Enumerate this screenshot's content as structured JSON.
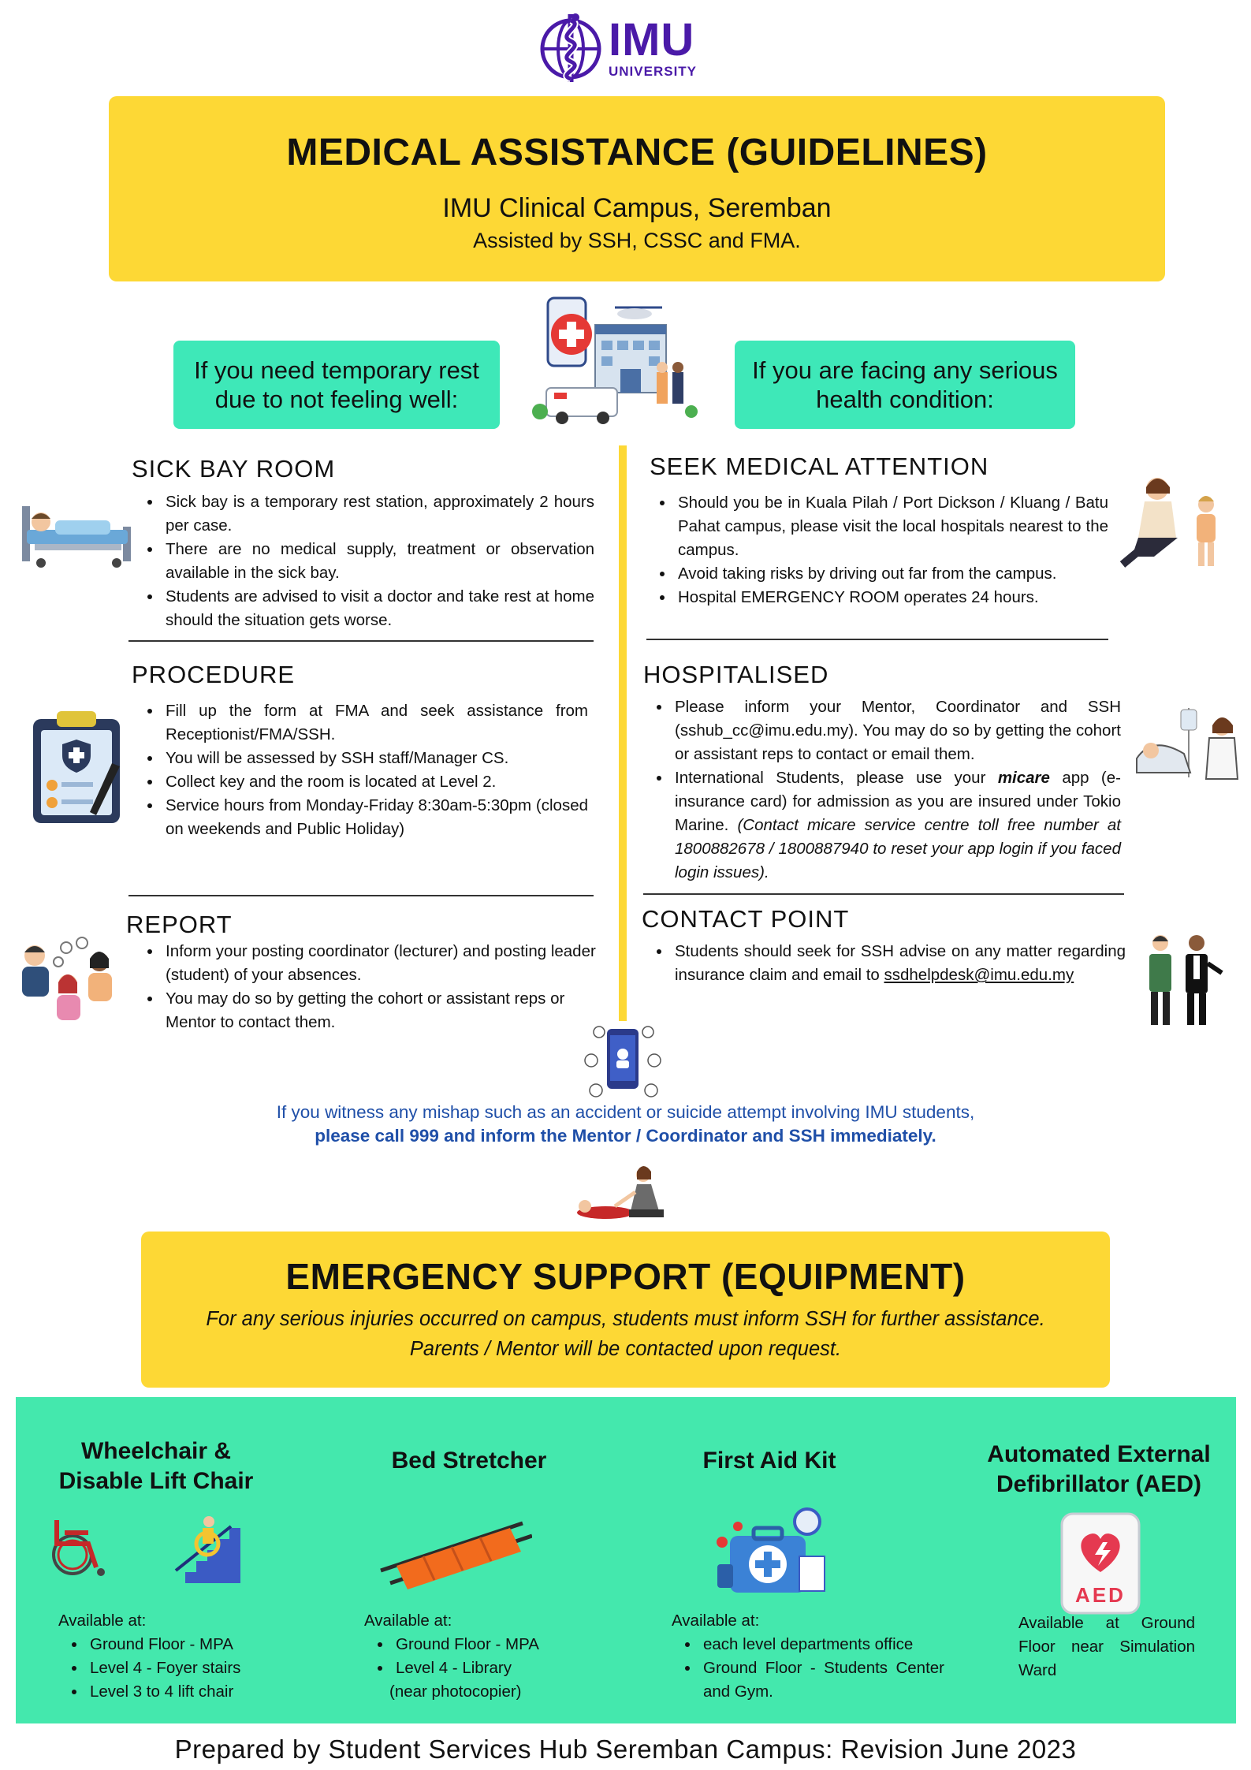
{
  "logo": {
    "name": "IMU",
    "subtitle": "UNIVERSITY"
  },
  "header": {
    "title": "MEDICAL ASSISTANCE (GUIDELINES)",
    "campus": "IMU Clinical Campus, Seremban",
    "assisted": "Assisted by SSH, CSSC and FMA."
  },
  "left_header": "If you need temporary rest due to not feeling well:",
  "right_header": "If you are facing any serious health condition:",
  "sick_bay": {
    "title": "SICK BAY ROOM",
    "items": [
      "Sick bay is a temporary rest station, approximately 2 hours per case.",
      "There are no medical supply, treatment or observation available in the sick bay.",
      "Students are advised to visit a doctor and take rest at home should the situation gets worse."
    ]
  },
  "procedure": {
    "title": "PROCEDURE",
    "items": [
      "Fill up the form at FMA and seek assistance from Receptionist/FMA/SSH.",
      "You will be assessed by SSH staff/Manager CS.",
      "Collect key and the room is located at Level 2.",
      "Service hours from Monday-Friday 8:30am-5:30pm (closed on weekends and Public Holiday)"
    ]
  },
  "report": {
    "title": "REPORT",
    "items": [
      "Inform your posting coordinator (lecturer) and posting leader (student) of your absences.",
      "You may do so by getting the cohort or assistant reps or Mentor to contact them."
    ]
  },
  "seek": {
    "title": "SEEK MEDICAL ATTENTION",
    "items": [
      "Should you be in Kuala Pilah / Port Dickson / Kluang / Batu Pahat campus, please visit the local hospitals nearest to the campus.",
      "Avoid taking risks by driving out far from the campus.",
      "Hospital EMERGENCY ROOM operates 24 hours."
    ]
  },
  "hospitalised": {
    "title": "HOSPITALISED",
    "item1": "Please inform your Mentor, Coordinator and SSH (sshub_cc@imu.edu.my). You may do so by getting the cohort or assistant reps to contact or email them.",
    "item2_a": "International Students, please use your ",
    "item2_b": "micare",
    "item2_c": " app (e-insurance card) for admission as you are insured under Tokio Marine. ",
    "item2_d": "(Contact micare service centre toll free number at 1800882678 / 1800887940 to reset your app login if you faced login issues)."
  },
  "contact": {
    "title": "CONTACT POINT",
    "item": "Students should seek for SSH advise on any matter regarding insurance claim and email to ",
    "email": "ssdhelpdesk@imu.edu.my"
  },
  "witness": {
    "line1": "If you witness any mishap such as an accident or suicide attempt involving IMU students,",
    "line2": "please call 999 and inform the Mentor / Coordinator and SSH immediately."
  },
  "emergency": {
    "title": "EMERGENCY SUPPORT (EQUIPMENT)",
    "line1": "For any serious injuries occurred on campus, students must inform SSH for further assistance.",
    "line2": "Parents / Mentor will be contacted upon request."
  },
  "equipment": [
    {
      "title_line1": "Wheelchair &",
      "title_line2": "Disable Lift Chair",
      "avail": "Available at:",
      "items": [
        "Ground Floor - MPA",
        "Level 4 - Foyer stairs",
        "Level 3 to 4 lift chair"
      ]
    },
    {
      "title_line1": "Bed Stretcher",
      "avail": "Available at:",
      "items": [
        "Ground Floor - MPA",
        "Level 4 - Library"
      ],
      "note": "(near photocopier)"
    },
    {
      "title_line1": "First Aid Kit",
      "avail": "Available at:",
      "items": [
        "each level departments office",
        "Ground Floor - Students Center and Gym."
      ]
    },
    {
      "title_line1": "Automated External",
      "title_line2": "Defibrillator (AED)",
      "label": "AED",
      "avail": "Available at Ground Floor near Simulation Ward"
    }
  ],
  "footer": "Prepared by Student Services Hub Seremban Campus: Revision June 2023",
  "colors": {
    "yellow": "#fdd835",
    "mint": "#3ee8b8",
    "green": "#44e8ad",
    "purple": "#4a1aa8",
    "blue_text": "#1f4fa8"
  }
}
